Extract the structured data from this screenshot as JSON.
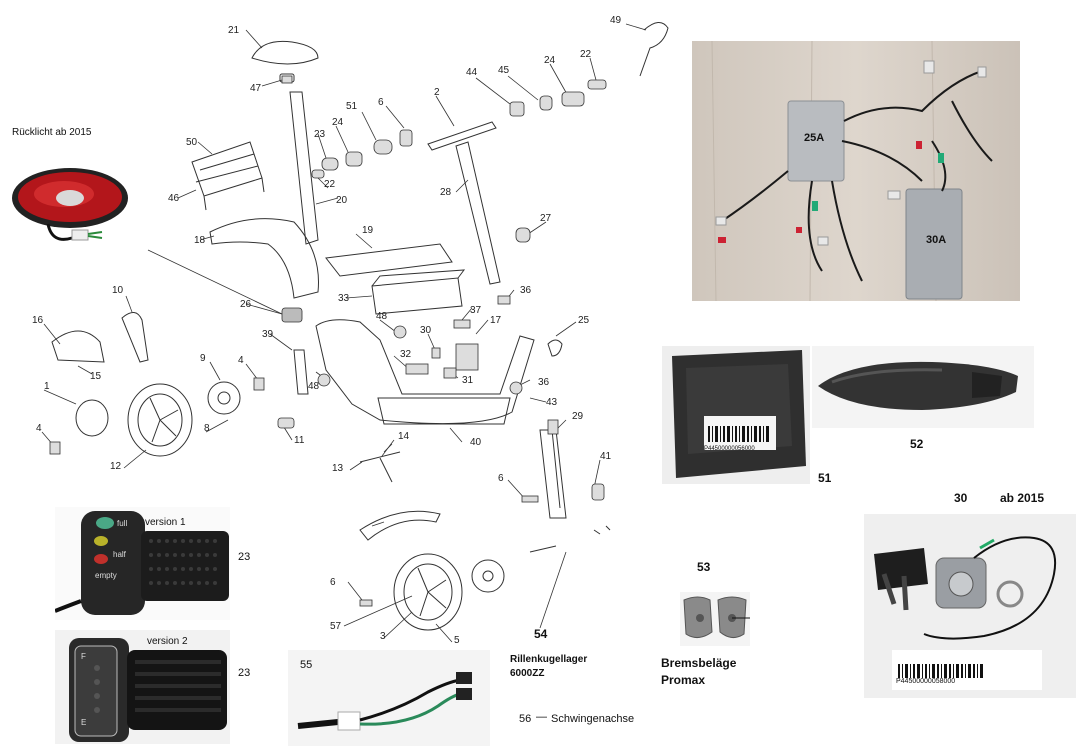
{
  "diagram": {
    "part_numbers": [
      "1",
      "2",
      "3",
      "4",
      "4",
      "5",
      "6",
      "6",
      "6",
      "8",
      "9",
      "10",
      "11",
      "12",
      "13",
      "14",
      "15",
      "16",
      "17",
      "18",
      "19",
      "20",
      "21",
      "22",
      "22",
      "23",
      "24",
      "24",
      "25",
      "26",
      "27",
      "28",
      "29",
      "30",
      "31",
      "32",
      "33",
      "36",
      "36",
      "37",
      "39",
      "40",
      "41",
      "43",
      "44",
      "45",
      "46",
      "47",
      "48",
      "48",
      "49",
      "50",
      "51",
      "57"
    ]
  },
  "photos": {
    "taillight": {
      "caption": "Rücklicht ab 2015"
    },
    "controllers": {
      "label_25a": "25A",
      "label_30a": "30A"
    },
    "throttle_v1": {
      "version": "version 1",
      "part": "23",
      "labels": [
        "full",
        "half",
        "empty"
      ]
    },
    "throttle_v2": {
      "version": "version 2",
      "part": "23",
      "letters": [
        "F",
        "E"
      ]
    },
    "mat": {
      "part": "51",
      "barcode": "P44500000056000"
    },
    "fender": {
      "part": "52"
    },
    "lock": {
      "part": "30",
      "note": "ab 2015",
      "barcode": "P44500000058000"
    },
    "brake_pads": {
      "part": "53",
      "caption_line1": "Bremsbeläge",
      "caption_line2": "Promax"
    },
    "cable": {
      "part": "55"
    },
    "bearing": {
      "part": "54",
      "caption_line1": "Rillenkugellager",
      "caption_line2": "6000ZZ"
    },
    "axle": {
      "part": "56",
      "dash": "—",
      "caption": "Schwingenachse"
    }
  }
}
